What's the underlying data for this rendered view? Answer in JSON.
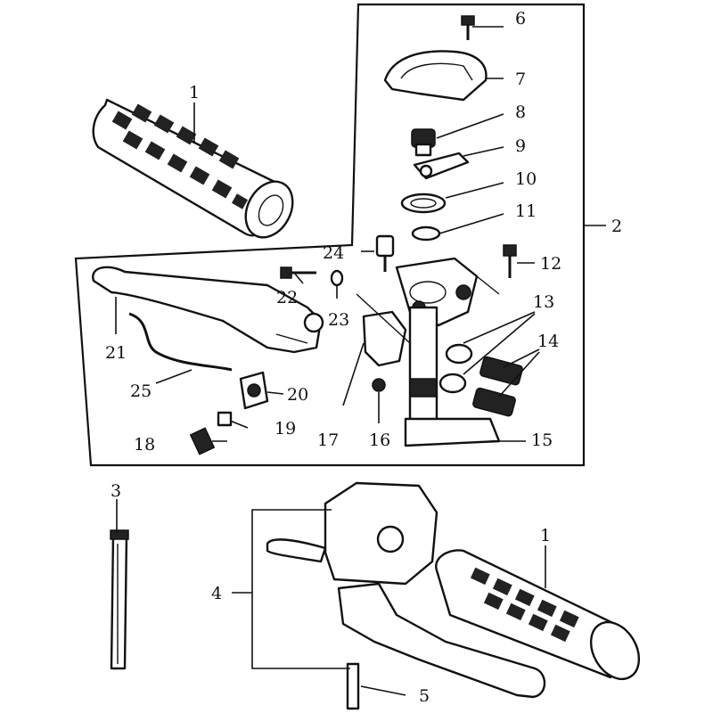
{
  "callouts": [
    {
      "id": "c1a",
      "text": "1"
    },
    {
      "id": "c1b",
      "text": "1"
    },
    {
      "id": "c2",
      "text": "2"
    },
    {
      "id": "c3",
      "text": "3"
    },
    {
      "id": "c4",
      "text": "4"
    },
    {
      "id": "c5",
      "text": "5"
    },
    {
      "id": "c6",
      "text": "6"
    },
    {
      "id": "c7",
      "text": "7"
    },
    {
      "id": "c8",
      "text": "8"
    },
    {
      "id": "c9",
      "text": "9"
    },
    {
      "id": "c10",
      "text": "10"
    },
    {
      "id": "c11",
      "text": "11"
    },
    {
      "id": "c12",
      "text": "12"
    },
    {
      "id": "c13",
      "text": "13"
    },
    {
      "id": "c14",
      "text": "14"
    },
    {
      "id": "c15",
      "text": "15"
    },
    {
      "id": "c16",
      "text": "16"
    },
    {
      "id": "c17",
      "text": "17"
    },
    {
      "id": "c18",
      "text": "18"
    },
    {
      "id": "c19",
      "text": "19"
    },
    {
      "id": "c20",
      "text": "20"
    },
    {
      "id": "c21",
      "text": "21"
    },
    {
      "id": "c22",
      "text": "22"
    },
    {
      "id": "c23",
      "text": "23"
    },
    {
      "id": "c24",
      "text": "24"
    },
    {
      "id": "c25",
      "text": "25"
    }
  ]
}
